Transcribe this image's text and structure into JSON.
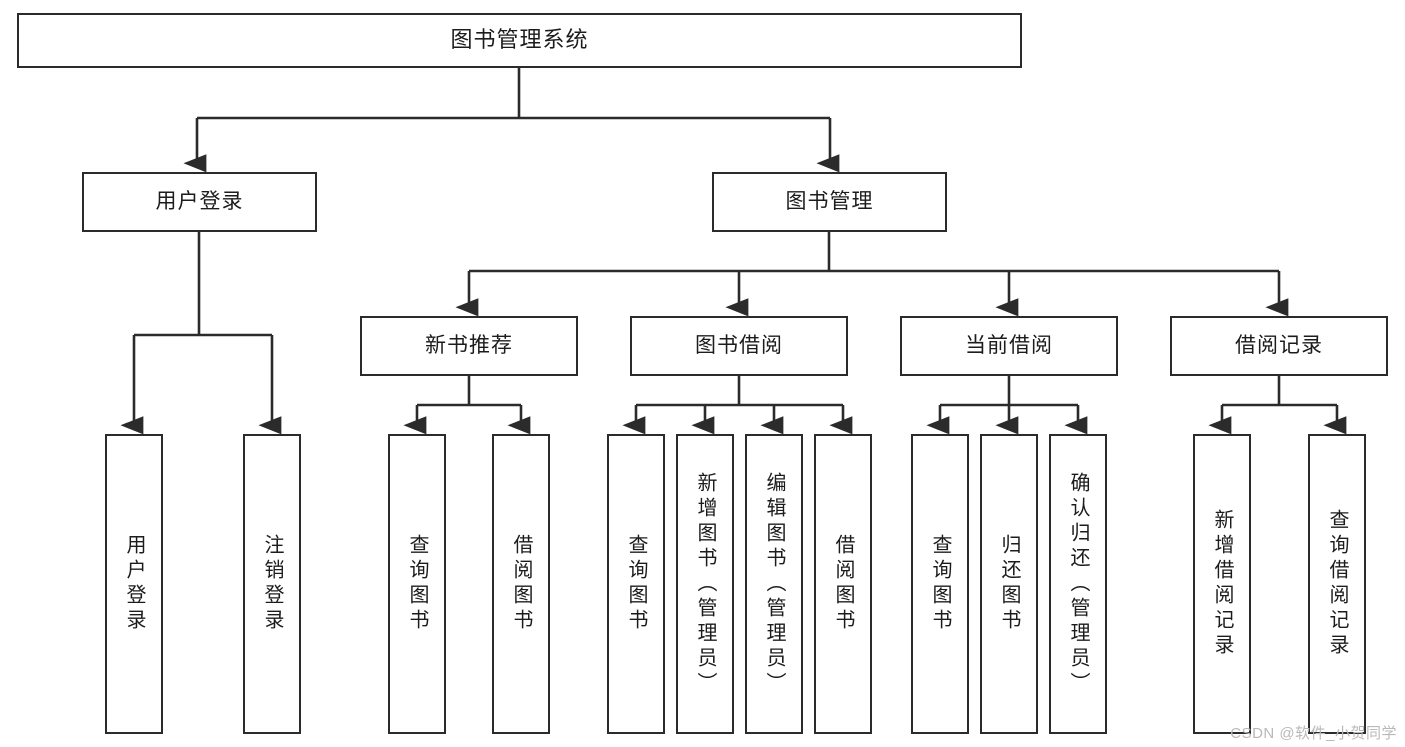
{
  "diagram": {
    "type": "tree-hierarchy",
    "title": "图书管理系统",
    "watermark": "CSDN @软件_小贺同学",
    "colors": {
      "stroke": "#2b2b2b",
      "fill": "#ffffff",
      "text": "#1c1c1c",
      "watermark": "#b9b9b9"
    },
    "nodes": {
      "root": {
        "label": "图书管理系统"
      },
      "level2": [
        {
          "id": "user-login",
          "label": "用户登录"
        },
        {
          "id": "book-manage",
          "label": "图书管理"
        }
      ],
      "level3": [
        {
          "id": "new-book-rec",
          "label": "新书推荐"
        },
        {
          "id": "book-borrow",
          "label": "图书借阅"
        },
        {
          "id": "current-borrow",
          "label": "当前借阅"
        },
        {
          "id": "borrow-record",
          "label": "借阅记录"
        }
      ],
      "leaves": {
        "user-login": [
          {
            "id": "leaf-user-login",
            "label": "用户登录"
          },
          {
            "id": "leaf-user-logout",
            "label": "注销登录"
          }
        ],
        "new-book-rec": [
          {
            "id": "leaf-query-book-1",
            "label": "查询图书"
          },
          {
            "id": "leaf-borrow-book-1",
            "label": "借阅图书"
          }
        ],
        "book-borrow": [
          {
            "id": "leaf-query-book-2",
            "label": "查询图书"
          },
          {
            "id": "leaf-add-book",
            "label": "新增图书（管理员）"
          },
          {
            "id": "leaf-edit-book",
            "label": "编辑图书（管理员）"
          },
          {
            "id": "leaf-borrow-book-2",
            "label": "借阅图书"
          }
        ],
        "current-borrow": [
          {
            "id": "leaf-query-book-3",
            "label": "查询图书"
          },
          {
            "id": "leaf-return-book",
            "label": "归还图书"
          },
          {
            "id": "leaf-confirm-return",
            "label": "确认归还（管理员）"
          }
        ],
        "borrow-record": [
          {
            "id": "leaf-add-record",
            "label": "新增借阅记录"
          },
          {
            "id": "leaf-query-record",
            "label": "查询借阅记录"
          }
        ]
      }
    }
  }
}
